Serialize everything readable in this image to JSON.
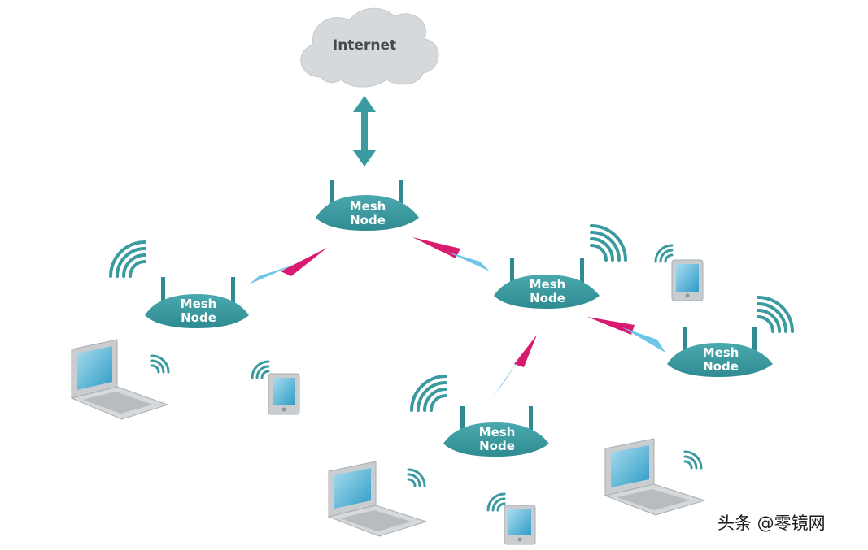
{
  "cloud": {
    "label": "Internet"
  },
  "nodes": [
    {
      "line1": "Mesh",
      "line2": "Node"
    },
    {
      "line1": "Mesh",
      "line2": "Node"
    },
    {
      "line1": "Mesh",
      "line2": "Node"
    },
    {
      "line1": "Mesh",
      "line2": "Node"
    },
    {
      "line1": "Mesh",
      "line2": "Node"
    }
  ],
  "watermark": "头条 @零镜网",
  "colors": {
    "node": "#3a9aa0",
    "node_shadow": "#2a7579",
    "wifi": "#3a9aa0",
    "link_magenta": "#d81b6f",
    "link_blue": "#6ec5e8",
    "cloud": "#d5d8da",
    "device_body": "#c9cdd0",
    "device_screen": "#4fb2d4"
  }
}
